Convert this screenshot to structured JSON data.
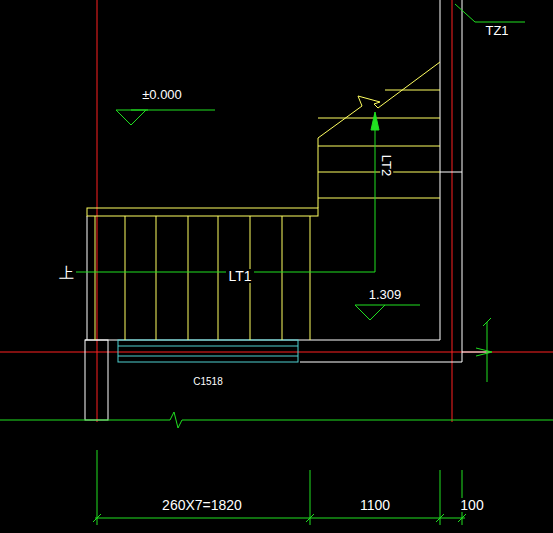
{
  "diagram": {
    "labels": [
      "TZ1",
      "±0.000",
      "LT2",
      "上",
      "LT1",
      "1.309",
      "C1518",
      "260X7=1820",
      "1100",
      "100"
    ]
  }
}
